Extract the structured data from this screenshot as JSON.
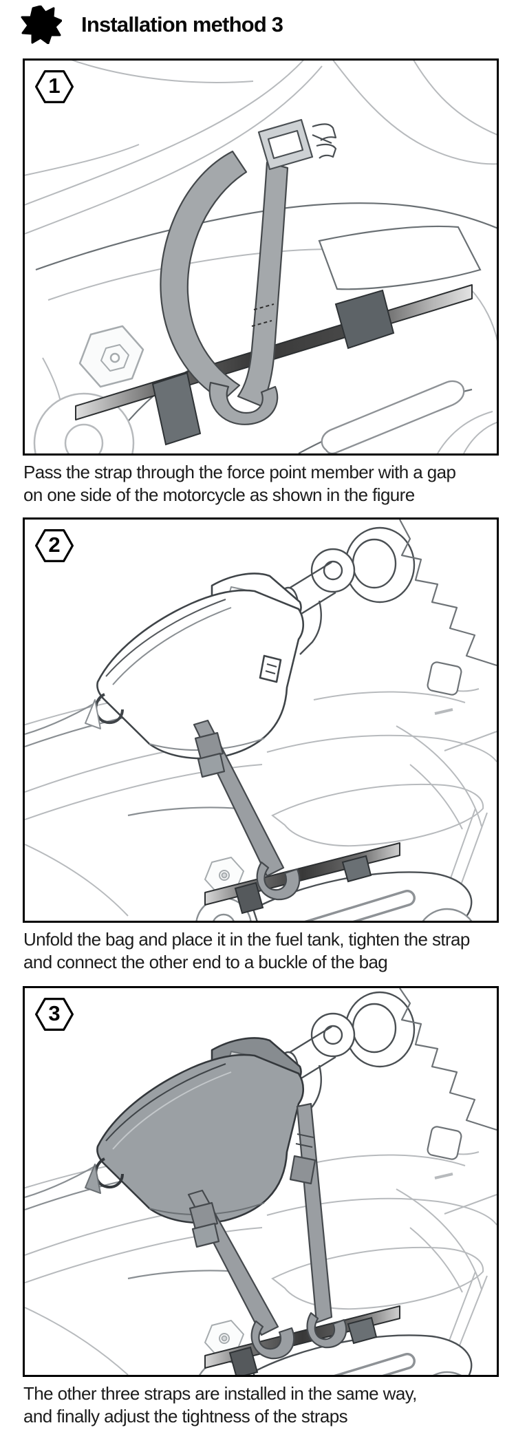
{
  "header": {
    "icon": "leather-hide-icon",
    "title": "Installation method 3"
  },
  "steps": [
    {
      "number": "1",
      "caption_lines": [
        "Pass the strap through the force point member with a gap",
        "on one side of the motorcycle as shown in the figure"
      ],
      "illustration": "strap-looped-through-force-point-member"
    },
    {
      "number": "2",
      "caption_lines": [
        "Unfold the bag and place it in the fuel tank, tighten the strap",
        "and connect the other end to a buckle of the bag"
      ],
      "illustration": "bag-on-fuel-tank-strap-connected"
    },
    {
      "number": "3",
      "caption_lines": [
        "The other three straps are installed in the same way,",
        "and finally adjust the tightness of the straps"
      ],
      "illustration": "bag-with-remaining-straps-installed"
    }
  ],
  "colors": {
    "ink": "#000000",
    "caption_text": "#1c1c1c",
    "box_border": "#000000",
    "strap_gray": "#a2a6a9",
    "bag_gray": "#9ba0a4",
    "tube_dark": "#383838",
    "clip_gray": "#6a7074",
    "line_light": "#b7babd",
    "line_dark": "#4a4f53"
  }
}
